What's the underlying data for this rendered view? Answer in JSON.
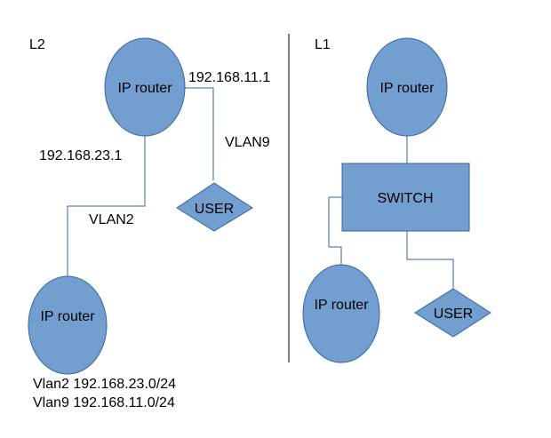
{
  "colors": {
    "node_fill": "#729fcf",
    "node_stroke": "#3465a4",
    "divider": "#000000",
    "text": "#000000"
  },
  "left_panel": {
    "title": "L2",
    "router_top": "IP router",
    "router_bottom": "IP router",
    "user": "USER",
    "ip_top_right": "192.168.11.1",
    "ip_top_left": "192.168.23.1",
    "vlan_right": "VLAN9",
    "vlan_left": "VLAN2",
    "subnets": [
      "Vlan2 192.168.23.0/24",
      "Vlan9 192.168.11.0/24"
    ]
  },
  "right_panel": {
    "title": "L1",
    "router_top": "IP router",
    "switch": "SWITCH",
    "router_bottom": "IP router",
    "user": "USER"
  }
}
